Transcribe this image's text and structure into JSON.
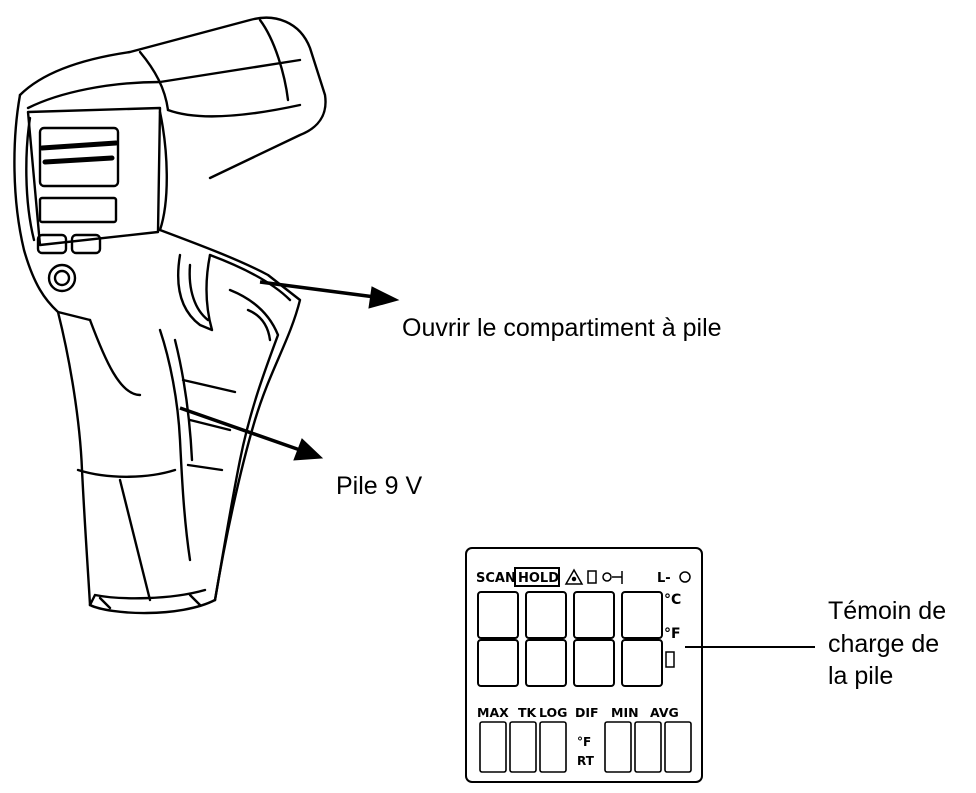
{
  "callouts": {
    "open_compartment": "Ouvrir le compartiment à pile",
    "battery": "Pile 9 V",
    "battery_indicator_lines": [
      "Témoin de",
      "charge de",
      "la pile"
    ]
  },
  "lcd": {
    "top_row": [
      "SCAN",
      "HOLD",
      "L-"
    ],
    "units": [
      "°C",
      "°F"
    ],
    "mode_row": [
      "MAX",
      "TK",
      "LOG",
      "DIF",
      "MIN",
      "AVG"
    ],
    "side_labels": [
      "RT"
    ],
    "icons": [
      "laser-warning-icon",
      "lock-icon",
      "sound-icon",
      "battery-icon"
    ]
  }
}
